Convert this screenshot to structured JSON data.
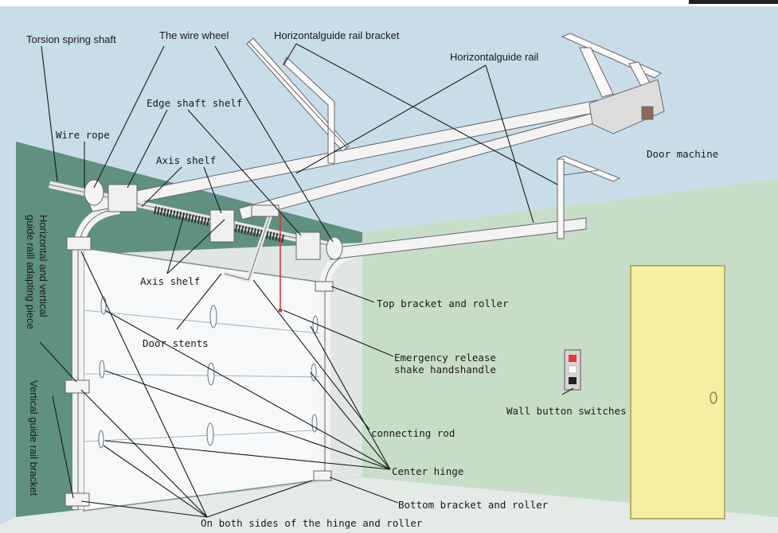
{
  "labels": {
    "torsion_spring_shaft": "Torsion spring shaft",
    "wire_wheel": "The wire wheel",
    "horizontal_guide_rail_bracket": "Horizontalguide rail bracket",
    "horizontal_guide_rail": "Horizontalguide rail",
    "edge_shaft_shelf": "Edge shaft shelf",
    "wire_rope": "Wire rope",
    "axis_shelf_top": "Axis shelf",
    "door_machine": "Door machine",
    "axis_shelf_mid": "Axis shelf",
    "top_bracket_roller": "Top bracket and roller",
    "door_stents": "Door stents",
    "emergency_release_1": "Emergency release",
    "emergency_release_2": "shake handshandle",
    "wall_button_switches": "Wall button switches",
    "connecting_rod": "connecting rod",
    "center_hinge": "Center hinge",
    "bottom_bracket_roller": "Bottom bracket and roller",
    "both_sides_hinge_roller": "On both sides of the hinge and roller",
    "horizontal_vertical_adapting_1": "Horizontal and vertical",
    "horizontal_vertical_adapting_2": "guide raill adapting piece",
    "vertical_guide_rail_bracket": "Vertical guide rail bracket"
  },
  "colors": {
    "sky": "#c9dde9",
    "left_wall": "#5f9080",
    "right_wall": "#c8ddc7",
    "floor": "#e4ebe6",
    "door_panel": "#f6f8fa",
    "side_door": "#f6eea2",
    "rail": "#f3f3f3",
    "switch_red": "#e03a3a"
  }
}
